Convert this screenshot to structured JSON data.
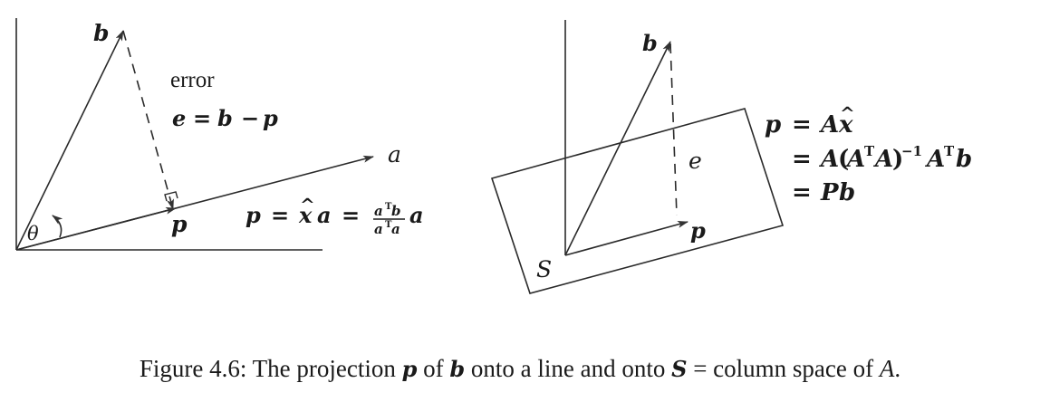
{
  "left_diagram": {
    "label_b": "b",
    "label_a": "a",
    "label_p": "p",
    "label_theta": "θ",
    "error_word": "error",
    "error_formula": {
      "lhs": "e",
      "eq": "=",
      "b": "b",
      "minus": "−",
      "p": "p"
    },
    "projection_formula": {
      "p": "p",
      "eq1": "=",
      "xhat": "x",
      "hat": "^",
      "a": "a",
      "eq2": "=",
      "num_a": "a",
      "num_T": "T",
      "num_b": "b",
      "den_a": "a",
      "den_T": "T",
      "den_a2": "a",
      "tail": "a"
    }
  },
  "right_diagram": {
    "label_b": "b",
    "label_e": "e",
    "label_p": "p",
    "label_S": "S",
    "line1": {
      "p": "p",
      "eq": "=",
      "A": "A",
      "xhat": "x",
      "hat": "^"
    },
    "line2": {
      "eq": "=",
      "A1": "A",
      "open": "(",
      "A2": "A",
      "T1": "T",
      "A3": "A",
      "close": ")",
      "exp": "−1",
      "A4": "A",
      "T2": "T",
      "b": "b"
    },
    "line3": {
      "eq": "=",
      "P": "P",
      "b": "b"
    }
  },
  "caption": {
    "prefix": "Figure 4.6: The projection ",
    "p": "p",
    "of": " of ",
    "b": "b",
    "middle": " onto a line and onto ",
    "S": "S",
    "eq": " = column space of ",
    "A": "A",
    "end": "."
  }
}
